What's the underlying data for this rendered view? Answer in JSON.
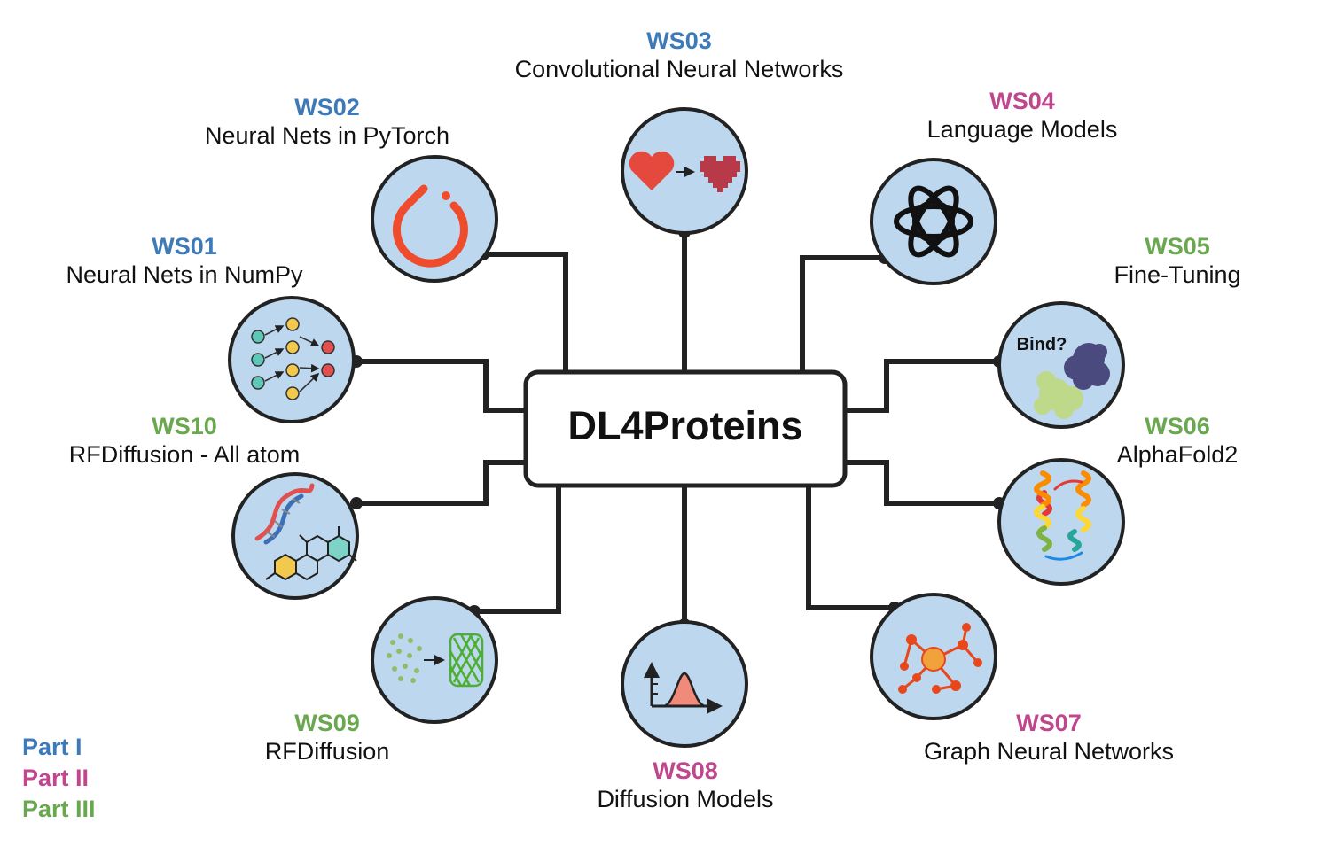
{
  "colors": {
    "part1": "#3d7ab8",
    "part2": "#c0468e",
    "part3": "#6aa84f",
    "node_fill": "#bdd7ee",
    "line": "#222222"
  },
  "center": {
    "label": "DL4Proteins"
  },
  "workshops": [
    {
      "id": "ws01",
      "code": "WS01",
      "title": "Neural Nets in NumPy",
      "part": "part1",
      "icon": "neural-network-icon"
    },
    {
      "id": "ws02",
      "code": "WS02",
      "title": "Neural Nets in PyTorch",
      "part": "part1",
      "icon": "pytorch-logo-icon"
    },
    {
      "id": "ws03",
      "code": "WS03",
      "title": "Convolutional Neural Networks",
      "part": "part1",
      "icon": "heart-to-pixel-heart-icon"
    },
    {
      "id": "ws04",
      "code": "WS04",
      "title": "Language Models",
      "part": "part2",
      "icon": "openai-logo-icon"
    },
    {
      "id": "ws05",
      "code": "WS05",
      "title": "Fine-Tuning",
      "part": "part3",
      "icon": "protein-binding-icon",
      "icon_text": "Bind?"
    },
    {
      "id": "ws06",
      "code": "WS06",
      "title": "AlphaFold2",
      "part": "part3",
      "icon": "protein-structure-icon"
    },
    {
      "id": "ws07",
      "code": "WS07",
      "title": "Graph Neural Networks",
      "part": "part2",
      "icon": "graph-network-icon"
    },
    {
      "id": "ws08",
      "code": "WS08",
      "title": "Diffusion Models",
      "part": "part2",
      "icon": "distribution-curve-icon"
    },
    {
      "id": "ws09",
      "code": "WS09",
      "title": "RFDiffusion",
      "part": "part3",
      "icon": "diffusion-to-protein-icon"
    },
    {
      "id": "ws10",
      "code": "WS10",
      "title": "RFDiffusion - All atom",
      "part": "part3",
      "icon": "dna-molecule-icon"
    }
  ],
  "legend": [
    {
      "label": "Part I",
      "part": "part1"
    },
    {
      "label": "Part II",
      "part": "part2"
    },
    {
      "label": "Part III",
      "part": "part3"
    }
  ]
}
